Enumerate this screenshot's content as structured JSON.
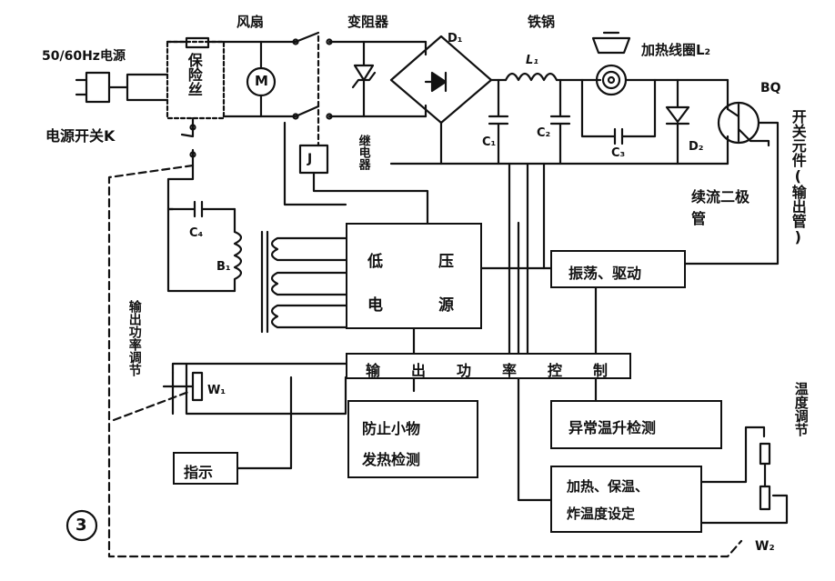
{
  "power_source": "50/60Hz电源",
  "power_switch": "电源开关K",
  "fuse": "保险丝",
  "fan": "风扇",
  "motor": "M",
  "varistor": "变阻器",
  "rectifier": "D₁",
  "inductor": "L₁",
  "wok": "铁锅",
  "heating_coil": "加热线圈L₂",
  "transistor": "BQ",
  "switch_element": "开关元件(输出管)",
  "relay_box": "J",
  "relay": "继电器",
  "cap_c1": "C₁",
  "cap_c2": "C₂",
  "cap_c3": "C₃",
  "cap_c4": "C₄",
  "diode_d2": "D₂",
  "freewheel_diode": "续流二极管",
  "transformer": "B₁",
  "lv_supply_line1_a": "低",
  "lv_supply_line1_b": "压",
  "lv_supply_line2_a": "电",
  "lv_supply_line2_b": "源",
  "osc_drive": "振荡、驱动",
  "power_control": [
    "输",
    "出",
    "功",
    "率",
    "控",
    "制"
  ],
  "output_adjust": "输出功率调节",
  "pot_w1": "W₁",
  "small_object_detect_1": "防止小物",
  "small_object_detect_2": "发热检测",
  "abnormal_temp": "异常温升检测",
  "indicator": "指示",
  "heat_settings_1": "加热、保温、",
  "heat_settings_2": "炸温度设定",
  "temp_adjust": "温度调节",
  "pot_w2": "W₂",
  "figure_number": "3"
}
